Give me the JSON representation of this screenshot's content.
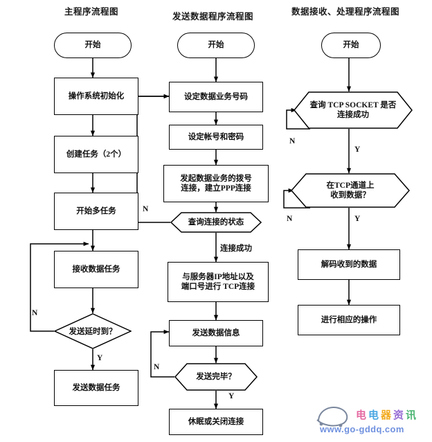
{
  "titles": {
    "col1": "主程序流程图",
    "col2": "发送数据程序流程图",
    "col3": "数据接收、处理程序流程图"
  },
  "col1": {
    "start": "开始",
    "n1": "操作系统初始化",
    "n2": "创建任务（2个）",
    "n3": "开始多任务",
    "n4": "接收数据任务",
    "d1": "发送延时到？",
    "n5": "发送数据任务",
    "label_n": "N",
    "label_y": "Y"
  },
  "col2": {
    "start": "开始",
    "n1": "设定数据业务号码",
    "n2": "设定帐号和密码",
    "n3_line1": "发起数据业务的拨号",
    "n3_line2": "连接，建立PPP连接",
    "h1": "查询连接的状态",
    "edge_ok": "连接成功",
    "n4_line1": "与服务器IP地址以及",
    "n4_line2": "端口号进行 TCP连接",
    "n5": "发送数据信息",
    "h2": "发送完毕？",
    "n6": "休眠或关闭连接",
    "label_n_h1": "N",
    "label_n_h2": "N",
    "label_y_h2": "Y"
  },
  "col3": {
    "start": "开始",
    "h1_line1": "查询 TCP SOCKET 是否",
    "h1_line2": "连接成功",
    "h2_line1": "在TCP通道上",
    "h2_line2": "收到数据？",
    "n1": "解码收到的数据",
    "n2": "进行相应的操作",
    "label_n_h1": "N",
    "label_y_h1": "Y",
    "label_n_h2": "N",
    "label_y_h2": "Y"
  },
  "watermark": {
    "url": "www.go-gddq.com"
  },
  "colors": {
    "stroke": "#000000",
    "background": "#ffffff",
    "watermark_blue": "#2f5fd0"
  }
}
